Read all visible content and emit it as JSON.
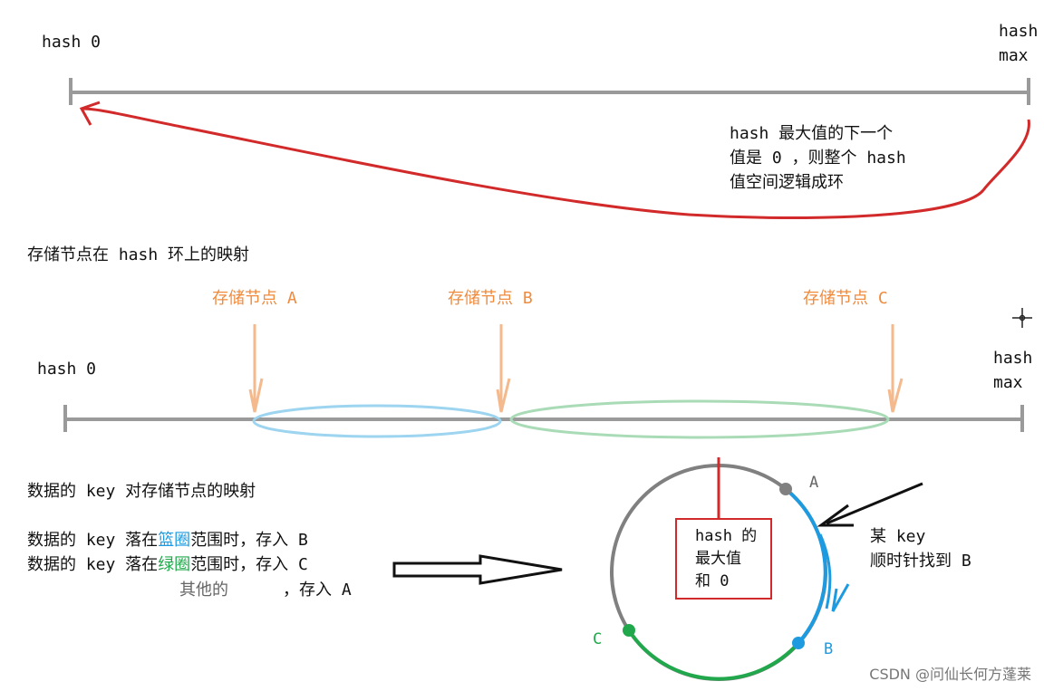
{
  "top": {
    "hash_min": "hash 0",
    "hash_max_1": "hash",
    "hash_max_2": "max",
    "note_1": "hash 最大值的下一个",
    "note_2": "值是 0 ，则整个 hash",
    "note_3": "值空间逻辑成环"
  },
  "mapping": {
    "title": "存储节点在 hash 环上的映射",
    "node_a": "存储节点 A",
    "node_b": "存储节点 B",
    "node_c": "存储节点 C",
    "hash_min": "hash 0",
    "hash_max_1": "hash",
    "hash_max_2": "max"
  },
  "rules": {
    "title": "数据的 key 对存储节点的映射",
    "line1_prefix": "数据的 key 落在",
    "line1_color": "篮圈",
    "line1_suffix": "范围时，存入 B",
    "line2_prefix": "数据的 key 落在",
    "line2_color": "绿圈",
    "line2_suffix": "范围时，存入 C",
    "line3_prefix": "其他的",
    "line3_suffix": "，存入 A"
  },
  "ring": {
    "label_a": "A",
    "label_b": "B",
    "label_c": "C",
    "box_line1": "hash 的",
    "box_line2": "最大值",
    "box_line3": "和 0",
    "key_line1": "某 key",
    "key_line2": "顺时针找到 B"
  },
  "watermark": "CSDN @问仙长何方蓬莱",
  "colors": {
    "red": "#d22a2a",
    "grey_line": "#9a9a9a",
    "blue": "#1e9be0",
    "green": "#22a84c",
    "orange": "#f4b98c"
  }
}
